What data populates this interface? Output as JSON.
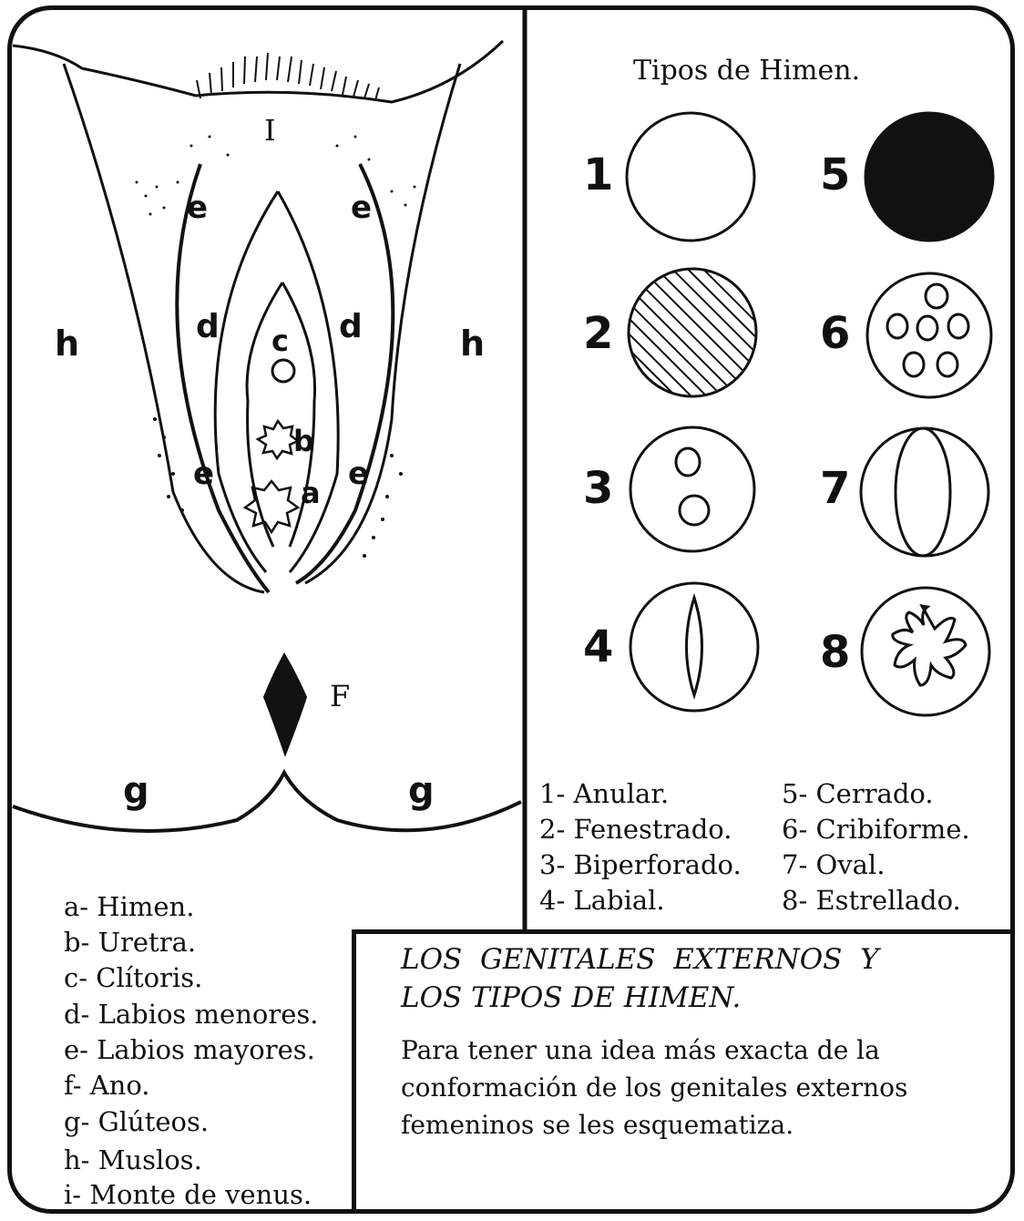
{
  "hymen_panel": {
    "title": "Tipos de Himen.",
    "numbers": [
      "1",
      "2",
      "3",
      "4",
      "5",
      "6",
      "7",
      "8"
    ],
    "types_left": [
      "1- Anular.",
      "2- Fenestrado.",
      "3- Biperforado.",
      "4- Labial."
    ],
    "types_right": [
      "5- Cerrado.",
      "6- Cribiforme.",
      "7- Oval.",
      "8- Estrellado."
    ]
  },
  "anatomy_labels": {
    "i": "I",
    "e": "e",
    "d": "d",
    "c": "c",
    "b": "b",
    "a": "a",
    "h": "h",
    "f": "F",
    "g": "g"
  },
  "legend": [
    "a- Himen.",
    "b- Uretra.",
    "c- Clítoris.",
    "d- Labios menores.",
    "e- Labios mayores.",
    "f- Ano.",
    "g- Glúteos.",
    "h- Muslos.",
    "i- Monte de venus."
  ],
  "caption": {
    "title_line1": "LOS  GENITALES  EXTERNOS  Y",
    "title_line2": "LOS TIPOS DE HIMEN.",
    "body": "Para tener una idea más exacta de la conformación de los genitales externos femeninos se les esquematiza."
  },
  "colors": {
    "ink": "#111111",
    "paper": "#ffffff"
  }
}
